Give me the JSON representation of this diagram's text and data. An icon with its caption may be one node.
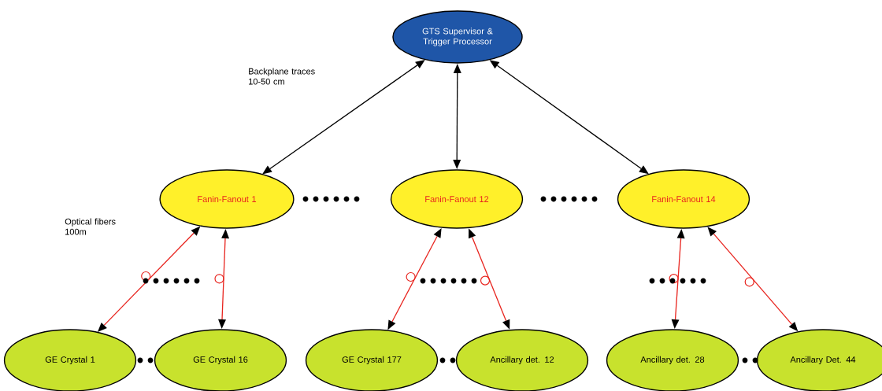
{
  "diagram": {
    "nodes": [
      {
        "text": [
          "GTS Supervisor & Trigger Processor"
        ]
      },
      {
        "text": [
          "Fanin-Fanout 1"
        ]
      },
      {
        "text": [
          "Fanin-Fanout 12"
        ]
      },
      {
        "text": [
          "Fanin-Fanout 14"
        ]
      },
      {
        "text": [
          "GE Crystal 1"
        ]
      },
      {
        "text": [
          "GE Crystal 16"
        ]
      },
      {
        "text": [
          "GE Crystal 177"
        ]
      },
      {
        "text": [
          "Ancillary det. 12"
        ]
      },
      {
        "text": [
          "Ancillary det. 28"
        ]
      },
      {
        "text": [
          "Ancillary Det. 44"
        ]
      }
    ],
    "edges": [
      {
        "from": 0,
        "to": 1,
        "arrow": "both",
        "color": "#000000"
      },
      {
        "from": 0,
        "to": 2,
        "arrow": "both",
        "color": "#000000"
      },
      {
        "from": 0,
        "to": 3,
        "arrow": "both",
        "color": "#000000"
      },
      {
        "from": 1,
        "to": 4,
        "arrow": "both"
      },
      {
        "from": 1,
        "to": 5,
        "arrow": "both"
      },
      {
        "from": 2,
        "to": 6,
        "arrow": "both"
      },
      {
        "from": 2,
        "to": 7,
        "arrow": "both"
      },
      {
        "from": 3,
        "to": 8,
        "arrow": "both"
      },
      {
        "from": 3,
        "to": 9,
        "arrow": "both"
      }
    ],
    "labels": [
      "Backplane traces 10-50 cm",
      "Optical fibers 100m"
    ]
  }
}
